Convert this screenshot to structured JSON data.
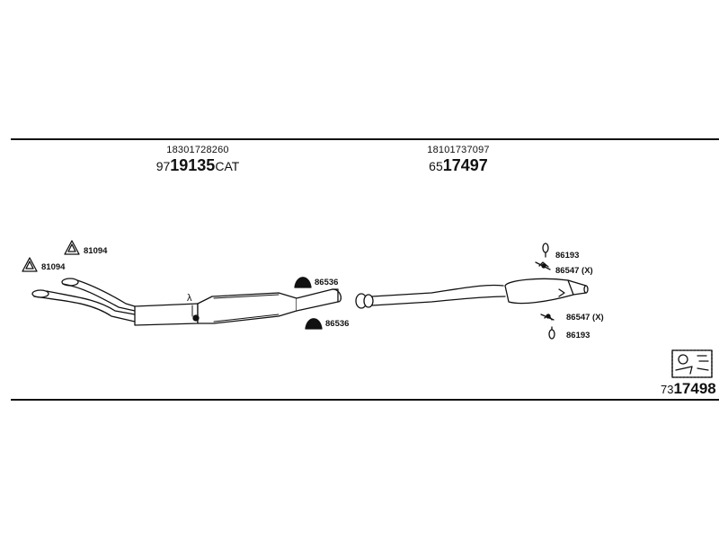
{
  "parts": {
    "catalytic_converter": {
      "oe_number": "18301728260",
      "prefix": "97",
      "number": "19135",
      "suffix": "CAT"
    },
    "rear_silencer": {
      "oe_number": "18101737097",
      "prefix": "65",
      "number": "17497"
    }
  },
  "fittings": {
    "gasket_upper": "81094",
    "gasket_lower": "81094",
    "clamp_upper": "86536",
    "clamp_lower": "86536",
    "hanger_top": "86193",
    "hanger_top_rubber": "86547 (X)",
    "hanger_bottom_rubber": "86547 (X)",
    "hanger_bottom": "86193"
  },
  "lambda_symbol": "λ",
  "kit": {
    "prefix": "73",
    "number": "17498",
    "icon": "parts-kit-icon"
  }
}
